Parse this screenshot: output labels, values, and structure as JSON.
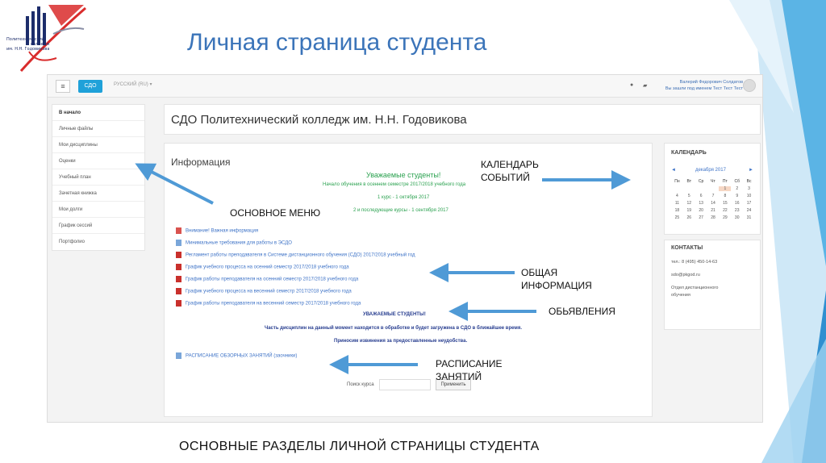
{
  "slide": {
    "title": "Личная страница студента",
    "caption": "ОСНОВНЫЕ РАЗДЕЛЫ ЛИЧНОЙ СТРАНИЦЫ СТУДЕНТА",
    "logo_lines": [
      "Политехнический",
      "колледж",
      "им. Н.Н. Годовикова"
    ]
  },
  "topbar": {
    "menu_label": "≡",
    "sdo_label": "СДО",
    "language": "РУССКИЙ (RU) ▾",
    "user_name": "Валерий Федорович Солдатов",
    "user_status": "Вы зашли под именем Тест Тест Тест"
  },
  "sidebar": {
    "items": [
      {
        "label": "В начало"
      },
      {
        "label": "Личные файлы"
      },
      {
        "label": "Мои дисциплины"
      },
      {
        "label": "Оценки"
      },
      {
        "label": "Учебный план"
      },
      {
        "label": "Зачетная книжка"
      },
      {
        "label": "Мои долги"
      },
      {
        "label": "График сессий"
      },
      {
        "label": "Портфолио"
      }
    ]
  },
  "header": {
    "site_name": "СДО Политехнический колледж им. Н.Н. Годовикова"
  },
  "main": {
    "heading": "Информация",
    "greeting": "Уважаемые студенты!",
    "sub1": "Начало обучения в осеннем семестре 2017/2018 учебного года",
    "sub2": "1 курс - 1 октября 2017",
    "sub3": "2 и последующие курсы - 1 сентября 2017",
    "files": [
      {
        "label": "Внимание! Важная информация"
      },
      {
        "label": "Минимальные требования для работы в ЭСДО"
      },
      {
        "label": "Регламент работы преподавателя в Системе дистанционного обучения (СДО) 2017/2018 учебный год"
      },
      {
        "label": "График учебного процесса на осенний семестр 2017/2018 учебного года"
      },
      {
        "label": "График работы преподавателя на осенний семестр 2017/2018 учебного года"
      },
      {
        "label": "График учебного процесса на весенний семестр 2017/2018 учебного года"
      },
      {
        "label": "График работы преподавателя на весенний семестр 2017/2018 учебного года"
      }
    ],
    "ann_title": "УВАЖАЕМЫЕ СТУДЕНТЫ!",
    "ann_text": "Часть дисциплин на данный момент находится в обработке и будет загружена в СДО в ближайшее время.",
    "ann_sorry": "Приносим извинения за предоставленные неудобства.",
    "course_link": "РАСПИСАНИЕ ОБЗОРНЫХ ЗАНЯТИЙ (заочники)",
    "search_label": "Поиск курса",
    "search_button": "Применить"
  },
  "calendar": {
    "heading": "КАЛЕНДАРЬ",
    "prev": "◄",
    "month": "декабря 2017",
    "next": "►",
    "weekdays": [
      "Пн",
      "Вт",
      "Ср",
      "Чт",
      "Пт",
      "Сб",
      "Вс"
    ],
    "days": [
      "",
      "",
      "",
      "",
      "1",
      "2",
      "3",
      "4",
      "5",
      "6",
      "7",
      "8",
      "9",
      "10",
      "11",
      "12",
      "13",
      "14",
      "15",
      "16",
      "17",
      "18",
      "19",
      "20",
      "21",
      "22",
      "23",
      "24",
      "25",
      "26",
      "27",
      "28",
      "29",
      "30",
      "31"
    ],
    "today": "1"
  },
  "contacts": {
    "heading": "КОНТАКТЫ",
    "phone": "тел.: 8 (495) 450-14-63",
    "email": "sdo@pkgod.ru",
    "dept1": "Отдел дистанционного",
    "dept2": "обучения"
  },
  "annotations": {
    "menu": "ОСНОВНОЕ МЕНЮ",
    "calendar1": "КАЛЕНДАРЬ",
    "calendar2": "СОБЫТИЙ",
    "info1": "ОБЩАЯ",
    "info2": "ИНФОРМАЦИЯ",
    "ads": "ОБЬЯВЛЕНИЯ",
    "schedule1": "РАСПИСАНИЕ",
    "schedule2": "ЗАНЯТИЙ"
  }
}
